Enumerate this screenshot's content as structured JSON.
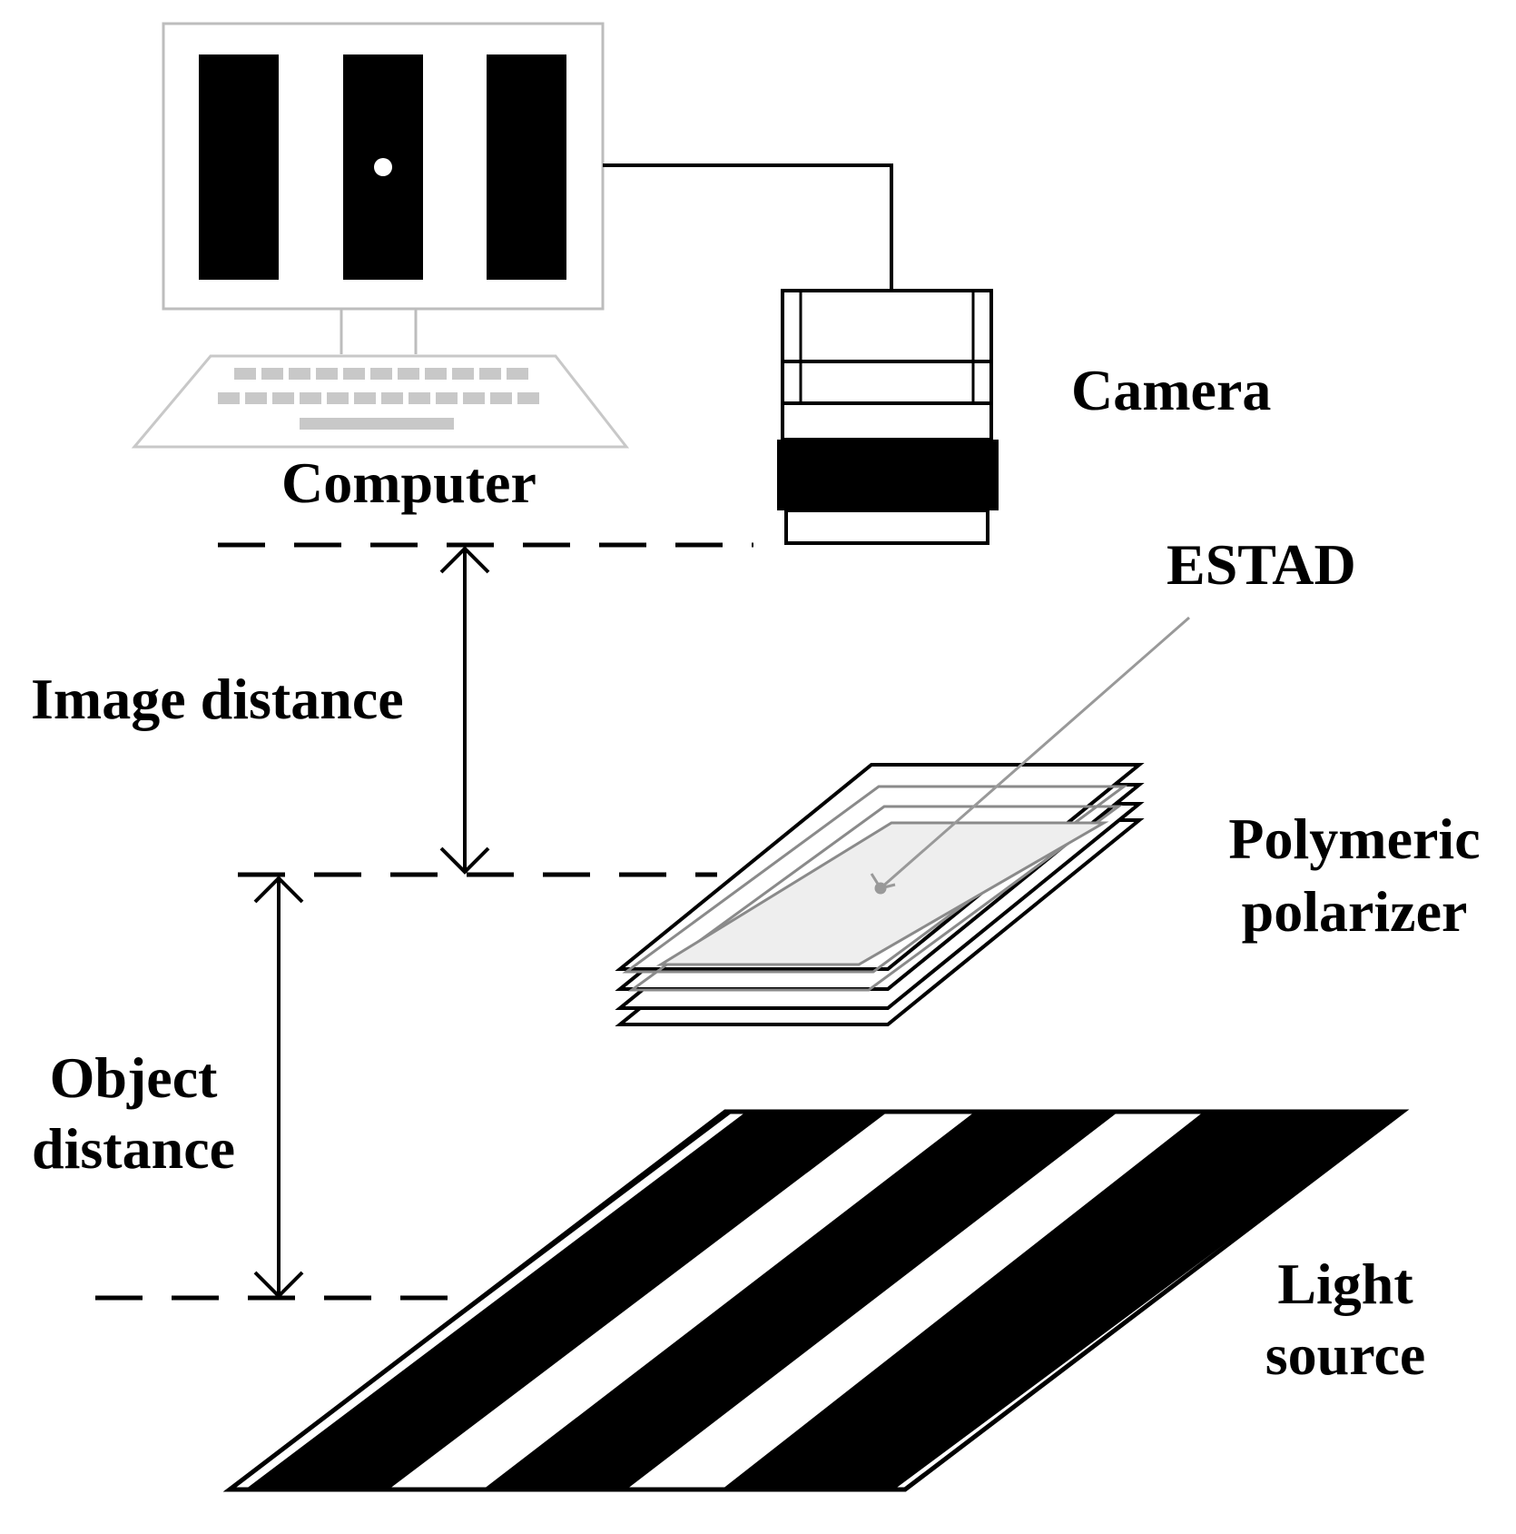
{
  "labels": {
    "computer": "Computer",
    "camera": "Camera",
    "estad": "ESTAD",
    "image_distance": "Image distance",
    "polymeric_polarizer_line1": "Polymeric",
    "polymeric_polarizer_line2": "polarizer",
    "object_distance_line1": "Object",
    "object_distance_line2": "distance",
    "light_source_line1": "Light",
    "light_source_line2": "source"
  },
  "colors": {
    "ink": "#000000",
    "keyboard_gray": "#c8c8c8",
    "glass_gray": "#8a8a8a",
    "pointer_gray": "#999999",
    "background": "#ffffff"
  }
}
